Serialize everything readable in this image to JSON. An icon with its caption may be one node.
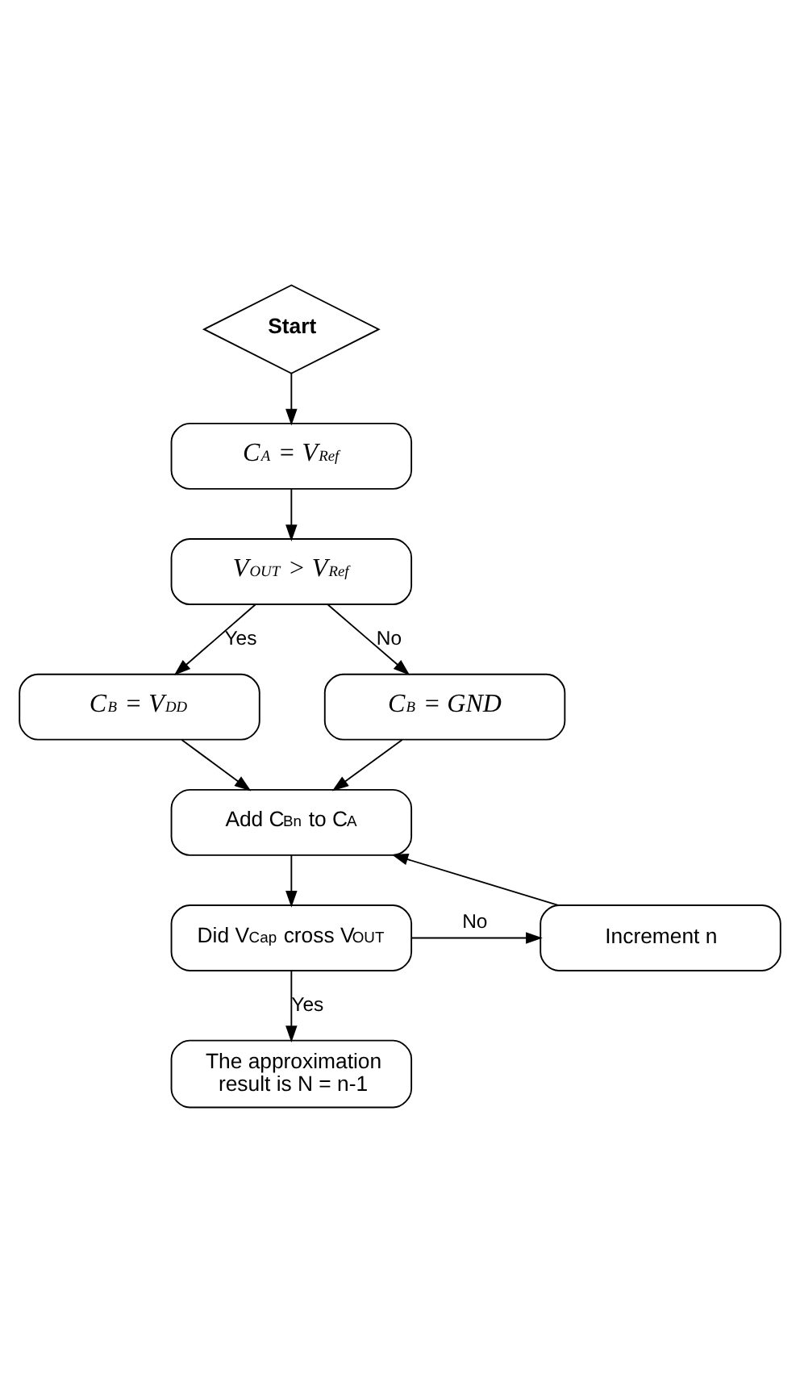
{
  "diagram": {
    "nodes": [
      {
        "text": [
          "Start"
        ]
      },
      {
        "text": [
          "C$_{A}$ = V$_{Ref}$"
        ]
      },
      {
        "text": [
          "V$_{OUT}$ > V$_{Ref}$"
        ]
      },
      {
        "text": [
          "C$_{B}$ = V$_{DD}$"
        ]
      },
      {
        "text": [
          "C$_{B}$ = GND"
        ]
      },
      {
        "text": [
          "Add C$_{Bn}$ to C$_{A}$"
        ]
      },
      {
        "text": [
          "Did V$_{Cap}$ cross V$_{OUT}$"
        ]
      },
      {
        "text": [
          "Increment n"
        ]
      },
      {
        "text": [
          "The approximation result is N = n-1"
        ]
      }
    ],
    "edges": [
      {
        "from": 0,
        "to": 1,
        "arrow": "to"
      },
      {
        "from": 1,
        "to": 2,
        "arrow": "to"
      },
      {
        "from": 2,
        "to": 3,
        "arrow": "to",
        "label": "Yes"
      },
      {
        "from": 2,
        "to": 4,
        "arrow": "to",
        "label": "No"
      },
      {
        "from": 3,
        "to": 5,
        "arrow": "to"
      },
      {
        "from": 4,
        "to": 5,
        "arrow": "to"
      },
      {
        "from": 5,
        "to": 6,
        "arrow": "to"
      },
      {
        "from": 6,
        "to": 7,
        "arrow": "to",
        "label": "No"
      },
      {
        "from": 7,
        "to": 5,
        "arrow": "to"
      },
      {
        "from": 6,
        "to": 8,
        "arrow": "to",
        "label": "Yes"
      }
    ]
  }
}
